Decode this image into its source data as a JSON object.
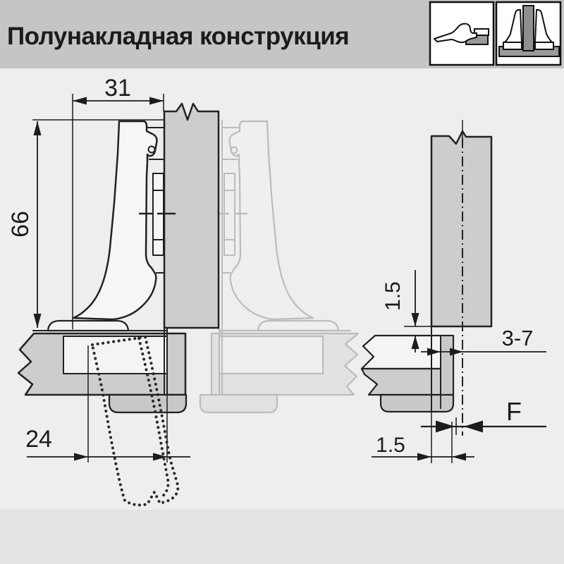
{
  "header": {
    "title": "Полунакладная конструкция"
  },
  "header_icons": [
    {
      "name": "hinge-side-profile-icon"
    },
    {
      "name": "half-overlay-twin-hinge-icon"
    }
  ],
  "diagram": {
    "left_view": {
      "dim_width": "31",
      "dim_height": "66",
      "dim_drilling_distance": "24"
    },
    "right_view": {
      "dim_gap_top": "1.5",
      "dim_overlay_range": "3-7",
      "dim_reveal": "F",
      "dim_gap_bottom": "1.5"
    }
  },
  "colors": {
    "header_bg": "#c5c5c5",
    "panel_fill": "#cdcdcd",
    "white_fill": "#f5f5f5",
    "line": "#222222",
    "ghost_line": "#bcbcbc",
    "background": "#eeeeee"
  }
}
